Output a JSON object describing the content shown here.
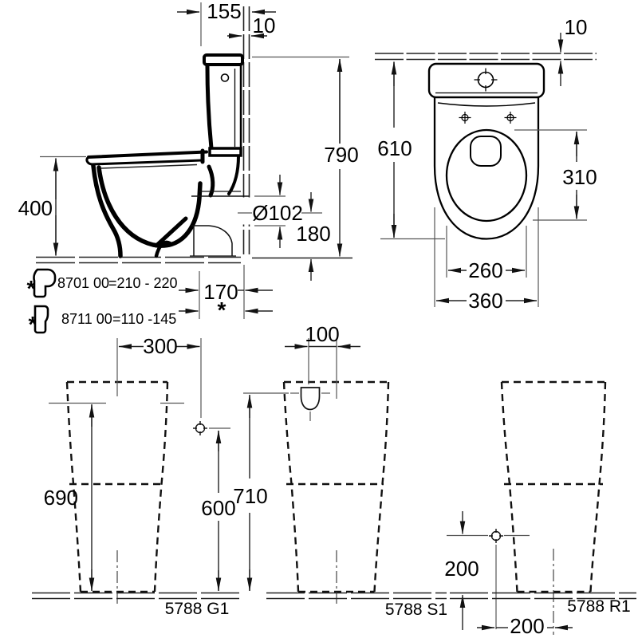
{
  "side_view": {
    "dims": {
      "setback": "155",
      "wall_thickness": "10",
      "height_total": "790",
      "bowl_height": "400",
      "outlet_diameter": "Ø102",
      "outlet_height": "180",
      "outlet_depth": "170",
      "variable_mark": "*"
    },
    "connectors": [
      {
        "mark": "*",
        "code": "8701 00",
        "range": "=210 - 220"
      },
      {
        "mark": "*",
        "code": "8711 00",
        "range": "=110 -145"
      }
    ]
  },
  "top_view": {
    "dims": {
      "wall_thickness": "10",
      "depth_total": "610",
      "bowl_opening_length": "310",
      "seat_width": "260",
      "width_total": "360"
    }
  },
  "rear_views": [
    {
      "model": "5788 G1",
      "dims": {
        "supply_offset_x": "300",
        "height": "690",
        "supply_height": "600"
      }
    },
    {
      "model": "5788 S1",
      "dims": {
        "inlet_offset": "100",
        "inlet_height": "710"
      }
    },
    {
      "model": "5788 R1",
      "dims": {
        "supply_height": "200",
        "supply_offset_x": "200"
      }
    }
  ]
}
